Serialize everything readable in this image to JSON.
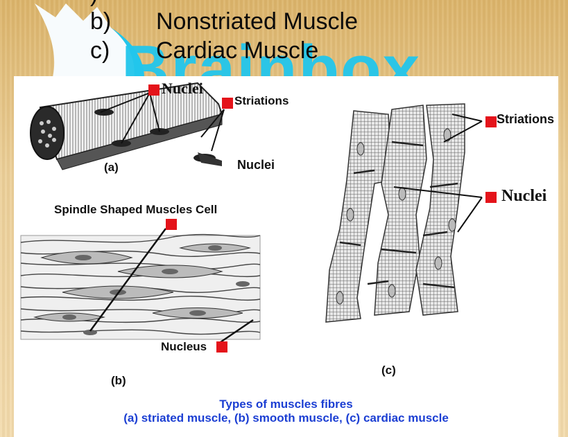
{
  "watermark": "Brainbox",
  "list": [
    {
      "letter": ")",
      "text": ""
    },
    {
      "letter": "b)",
      "text": "Nonstriated Muscle"
    },
    {
      "letter": "c)",
      "text": "Cardiac Muscle"
    }
  ],
  "diagram": {
    "a": {
      "nuclei": "Nuclei",
      "striations": "Striations",
      "tag": "(a)",
      "nuclei_bottom": "Nuclei"
    },
    "b": {
      "spindle": "Spindle Shaped Muscles Cell",
      "nucleus": "Nucleus",
      "tag": "(b)"
    },
    "c": {
      "striations": "Striations",
      "nuclei": "Nuclei",
      "tag": "(c)"
    }
  },
  "caption": {
    "title": "Types of muscles fibres",
    "subtitle": "(a) striated muscle, (b) smooth muscle, (c) cardiac muscle"
  },
  "colors": {
    "marker": "#e4131a",
    "caption": "#1c3fd3",
    "watermark": "#22c6ec",
    "background": "#e7c585"
  }
}
